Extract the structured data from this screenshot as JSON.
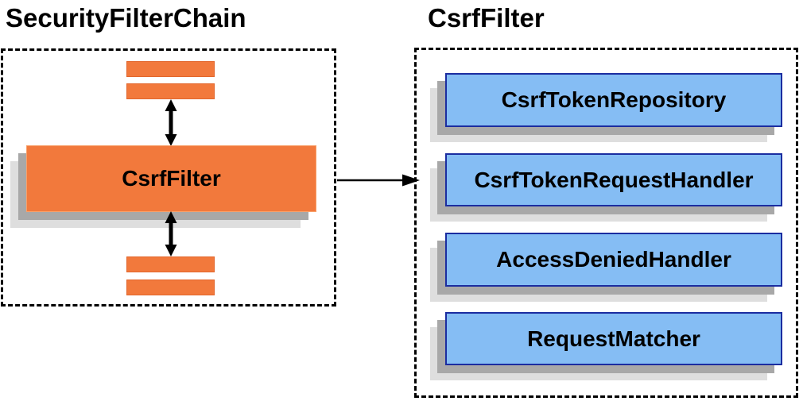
{
  "diagram": {
    "left_panel": {
      "title": "SecurityFilterChain",
      "csrf_filter_label": "CsrfFilter"
    },
    "right_panel": {
      "title": "CsrfFilter",
      "components": [
        "CsrfTokenRepository",
        "CsrfTokenRequestHandler",
        "AccessDeniedHandler",
        "RequestMatcher"
      ]
    }
  },
  "colors": {
    "orange-fill": "#F2793C",
    "orange-edge": "#E2662C",
    "orange-highlight": "#F8A06A",
    "blue-fill": "#85BDF4",
    "blue-border": "#1B2DA0",
    "shadow-dark": "#A8A8A8",
    "shadow-light": "#DEDEDE",
    "arrow": "#000000",
    "frame": "#000000"
  }
}
